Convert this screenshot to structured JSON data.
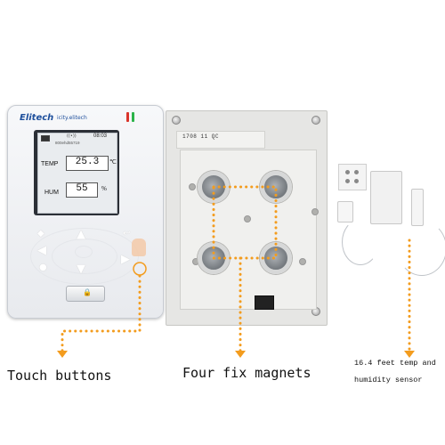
{
  "device": {
    "brand": "Elitech",
    "brand_sub": "icity.elitech",
    "time": "08:03",
    "serial": "800ehd55719",
    "wifi": "((•))",
    "readings": [
      {
        "label": "TEMP",
        "value": "25.3",
        "unit": "℃"
      },
      {
        "label": "HUM",
        "value": "55",
        "unit": "%"
      }
    ],
    "lock_icon": "lock-icon"
  },
  "back_panel": {
    "label": "1708 11 QC"
  },
  "captions": {
    "touch": "Touch buttons",
    "magnets": "Four fix magnets",
    "sensor_line1": "16.4 feet temp and",
    "sensor_line2": "humidity sensor"
  },
  "colors": {
    "annotation": "#f39c1e",
    "led_green": "#2bb34a",
    "led_red": "#d9342b",
    "brand_blue": "#1d4f9c"
  }
}
